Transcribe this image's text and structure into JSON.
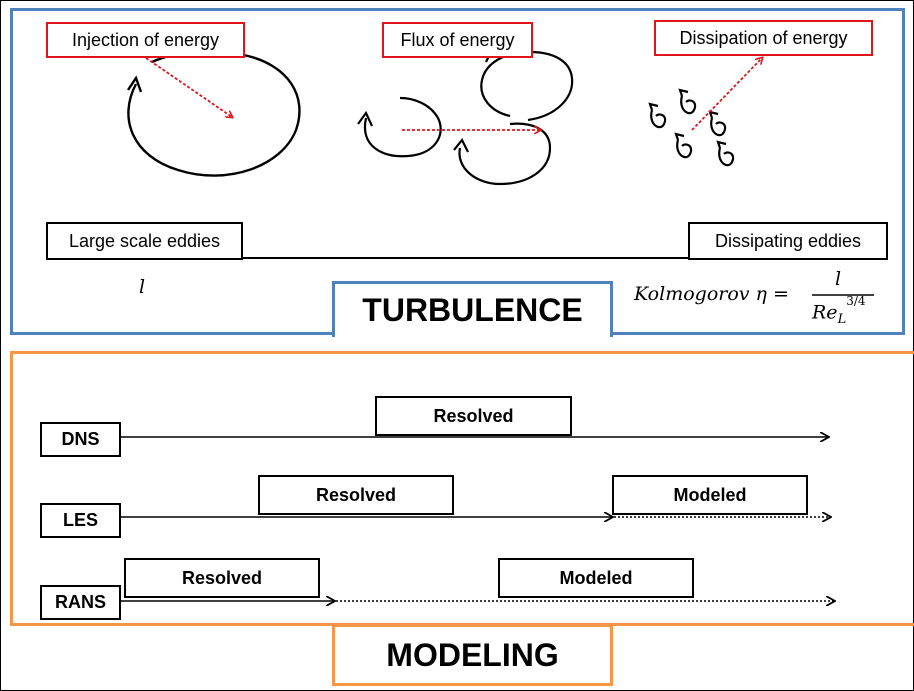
{
  "turbulence": {
    "title": "TURBULENCE",
    "stages": {
      "injection": "Injection of energy",
      "flux": "Flux of energy",
      "dissipation": "Dissipation of energy"
    },
    "scales": {
      "large": "Large scale eddies",
      "dissipating": "Dissipating eddies"
    },
    "math": {
      "l": "l",
      "kolmogorov": "Kolmogorov η =",
      "numerator": "l",
      "denominator": "Re",
      "sub": "L",
      "exp": "3/4"
    }
  },
  "modeling": {
    "title": "MODELING",
    "rows": [
      {
        "label": "DNS",
        "resolved": "Resolved"
      },
      {
        "label": "LES",
        "resolved": "Resolved",
        "modeled": "Modeled"
      },
      {
        "label": "RANS",
        "resolved": "Resolved",
        "modeled": "Modeled"
      }
    ]
  },
  "colors": {
    "turbulence_border": "#4f81bd",
    "modeling_border": "#f79646",
    "energy_arrow": "#e0141b"
  }
}
